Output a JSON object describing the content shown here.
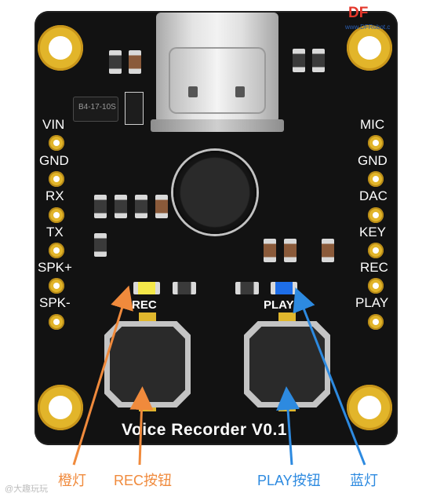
{
  "board": {
    "title": "Voice Recorder V0.1",
    "rec_label": "REC",
    "play_label": "PLAY",
    "ic_marking": "B4-17-10S",
    "left_pins": [
      "VIN",
      "GND",
      "RX",
      "TX",
      "SPK+",
      "SPK-"
    ],
    "right_pins": [
      "MIC",
      "GND",
      "DAC",
      "KEY",
      "REC",
      "PLAY"
    ]
  },
  "annotations": {
    "orange_led": "橙灯",
    "rec_button": "REC按钮",
    "play_button": "PLAY按钮",
    "blue_led": "蓝灯"
  },
  "logo": {
    "brand": "DF",
    "sub": "www.DFRobot.c"
  },
  "watermark": "@大趣玩玩",
  "colors": {
    "board": "#121212",
    "pad_gold": "#e2b52a",
    "orange_annotation": "#f08a3c",
    "blue_annotation": "#2d8ae0",
    "logo_red": "#e4372b"
  }
}
